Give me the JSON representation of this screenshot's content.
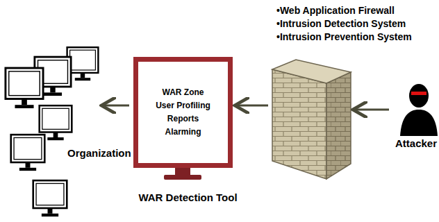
{
  "diagram": {
    "nodes": [
      {
        "text": [
          "Organization"
        ]
      },
      {
        "text": [
          "WAR Zone",
          "User Profiling",
          "Reports",
          "Alarming",
          "WAR Detection Tool"
        ]
      },
      {
        "text": [
          "•Web Application Firewall",
          "•Intrusion Detection System",
          "•Intrusion Prevention System"
        ]
      },
      {
        "text": [
          "Attacker"
        ]
      }
    ],
    "edges": [
      {
        "from": 3,
        "to": 2,
        "arrow": "to"
      },
      {
        "from": 2,
        "to": 1,
        "arrow": "to"
      },
      {
        "from": 1,
        "to": 0,
        "arrow": "to"
      }
    ]
  }
}
